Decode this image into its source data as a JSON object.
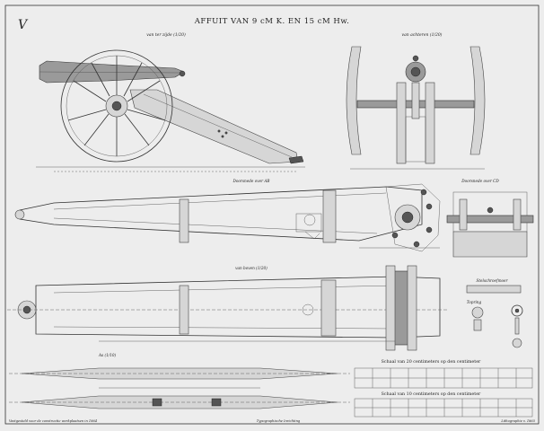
{
  "sheet": {
    "corner_mark": "V",
    "title": "AFFUIT VAN 9 cM K. EN 15 cM Hw.",
    "views": {
      "side": "van ter zijde (1/20)",
      "rear": "van achteren (1/20)",
      "section_ab": "Doorsnede over AB",
      "section_cd": "Doorsnede over CD",
      "top": "van boven (1/20)",
      "axle": "As (1/10)",
      "cheek_detail": "Stelschroefmoer",
      "sight": "Topring"
    },
    "scales": {
      "scale_1": "Schaal van 20 centimeters op den centimeter",
      "scale_2": "Schaal van 10 centimeters op den centimeter"
    },
    "footer": {
      "left": "Vastgesteld voor de constructie werkplaatsen in 1864",
      "center": "Typographische Inrichting",
      "right": "Lithographie v. 1865"
    }
  },
  "colors": {
    "paper": "#ededed",
    "ink": "#222222",
    "border": "#cfcfcf"
  }
}
